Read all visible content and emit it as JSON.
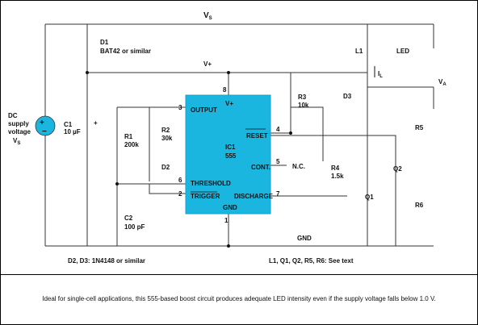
{
  "labels": {
    "vs_top": "V",
    "vs_top_sub": "S",
    "d1_name": "D1",
    "d1_part": "BAT42 or similar",
    "vplus": "V+",
    "l1": "L1",
    "led": "LED",
    "il": "I",
    "il_sub": "L",
    "va": "V",
    "va_sub": "A",
    "dc_line1": "DC",
    "dc_line2": "supply",
    "dc_line3": "voltage",
    "dc_line4": "V",
    "dc_line4_sub": "S",
    "c1_name": "C1",
    "c1_value": "10 µF",
    "plus": "+",
    "minus": "−",
    "plus_sign": "+",
    "r1_name": "R1",
    "r1_value": "200k",
    "r2_name": "R2",
    "r2_value": "30k",
    "d2_name": "D2",
    "c2_name": "C2",
    "c2_value": "100 pF",
    "r3_name": "R3",
    "r3_value": "10k",
    "d3_name": "D3",
    "r5_name": "R5",
    "r4_name": "R4",
    "r4_value": "1.5k",
    "q2_name": "Q2",
    "q1_name": "Q1",
    "r6_name": "R6",
    "nc": "N.C.",
    "gnd": "GND",
    "footer_left": "D2, D3: 1N4148 or similar",
    "footer_right": "L1, Q1, Q2, R5, R6: See text"
  },
  "ic": {
    "vplus": "V+",
    "output": "OUTPUT",
    "reset": "RESET",
    "name": "IC1",
    "part": "555",
    "cont": "CONT.",
    "threshold": "THRESHOLD",
    "trigger": "TRIGGER",
    "discharge": "DISCHARGE",
    "gnd": "GND",
    "pin8": "8",
    "pin3": "3",
    "pin4": "4",
    "pin5": "5",
    "pin6": "6",
    "pin2": "2",
    "pin7": "7",
    "pin1": "1"
  },
  "caption": "Ideal for single-cell applications, this 555-based boost circuit produces adequate LED intensity even if the supply voltage falls below 1.0 V.",
  "colors": {
    "ic_fill": "#1ab6e0",
    "battery_fill": "#1ab6e0"
  }
}
